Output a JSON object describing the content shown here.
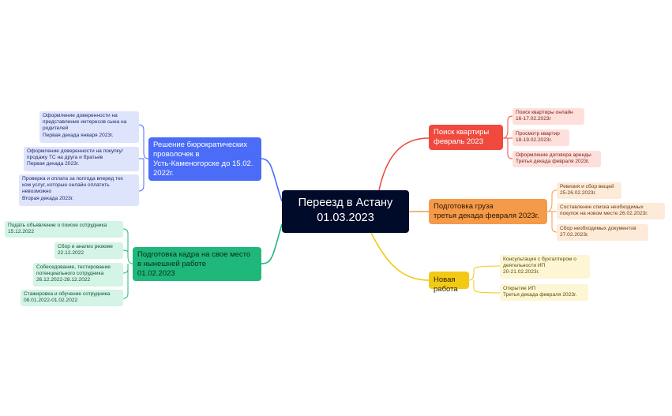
{
  "colors": {
    "central": "#000a29",
    "blue": "#4a6cf7",
    "green": "#1fb87a",
    "red": "#f04a3e",
    "orange": "#f59a48",
    "yellow": "#f2c915"
  },
  "central": {
    "title": "Переезд в Астану\n01.03.2023"
  },
  "branches": {
    "bureaucracy": {
      "label": "Решение бюрократических\nпроволочек в\nУсть-Каменогорске до 15.02.\n2022г.",
      "items": [
        "Оформление доверенности на\nпредставление интересов сына на\nродителей\nПервая декада января 2023г.",
        "Оформление доверенности на покупку/\nпродажу ТС на друга и братьев\nПервая декада 2023г.",
        "Проверка и оплата за полгода вперед тех\nком услуг, которые онлайн оплатить\nневозможно\nВторая декада 2023г."
      ]
    },
    "staff": {
      "label": "Подготовка кадра на свое место\nв нынешней работе\n01.02.2023",
      "items": [
        "Подать объявление о поиске сотрудника\n15.12.2022",
        "Сбор и анализ резюме\n22.12.2022",
        "Собеседование, тестирование\nпотенциального сотрудника\n26.12.2022-28.12.2022",
        "Стажировка и обучение сотрудника\n08.01.2022-01.02.2022"
      ]
    },
    "apartment": {
      "label": "Поиск квартиры\nфевраль 2023",
      "items": [
        "Поиск квартиры онлайн\n16-17.02.2023г",
        "Просмотр квартир\n18-19.02.2023г.",
        "Оформление договора аренды\nТретья декада февраля 2023г."
      ]
    },
    "cargo": {
      "label": "Подготовка груза\nтретья декада февраля 2023г.",
      "items": [
        "Ревизия и сбор вещей\n25-26.02.2023г.",
        "Составление списка необходимых\nпокупок на новом месте 26.02.2023г.",
        "Сбор необходимых документов\n27.02.2023г."
      ]
    },
    "job": {
      "label": "Новая работа",
      "items": [
        "Консультация с бухгалтером о\nдеятельности ИП\n20-21.02.2023г.",
        "Открытие ИП\nТретья декада февраля 2023г."
      ]
    }
  }
}
